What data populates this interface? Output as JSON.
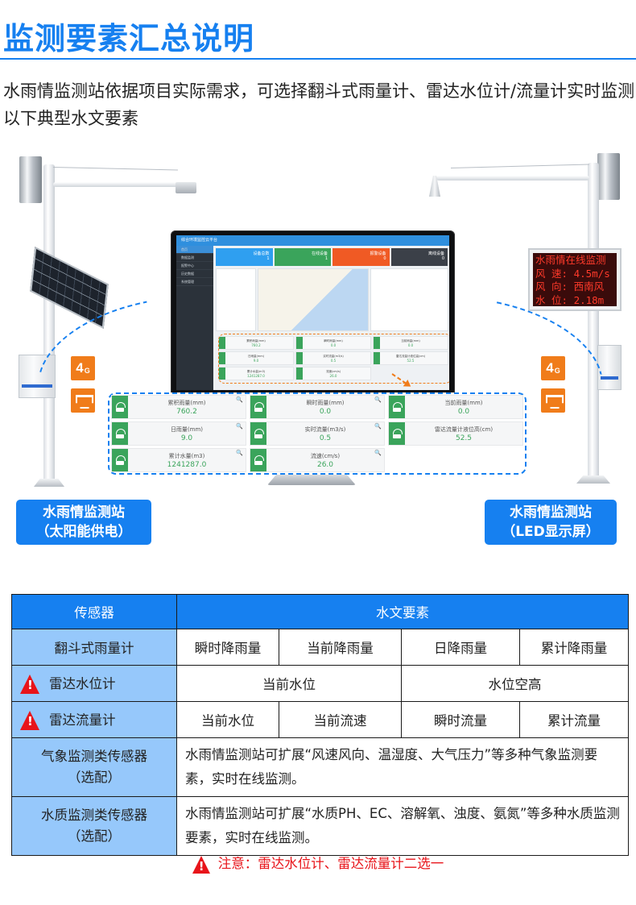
{
  "header": {
    "title": "监测要素汇总说明",
    "intro": "水雨情监测站依据项目实际需求，可选择翻斗式雨量计、雷达水位计/流量计实时监测以下典型水文要素"
  },
  "colors": {
    "accent": "#1680f0",
    "sensor_cell": "#96c8fb",
    "warning": "#e8141a",
    "card_green": "#3aa45b",
    "network_orange": "#f07c1a"
  },
  "illustration": {
    "left_station_label_line1": "水雨情监测站",
    "left_station_label_line2": "（太阳能供电）",
    "right_station_label_line1": "水雨情监测站",
    "right_station_label_line2": "（LED显示屏）",
    "network_icons": [
      "4g-icon",
      "ethernet-icon"
    ],
    "network_4g_label": "4",
    "network_4g_sub": "G",
    "led_screen": {
      "lines": [
        "水雨情在线监测",
        "风 速:  4.5m/s",
        "风 向:  西南风",
        "水 位:  2.18m"
      ]
    },
    "monitor": {
      "app_title": "综合环境监控云平台",
      "nav_items": [
        "首页",
        "数据监测",
        "报警中心",
        "历史数据",
        "系统管理"
      ],
      "kpi_cards": [
        {
          "label": "设备总数",
          "value": "1",
          "color": "#2f9ff0"
        },
        {
          "label": "在线设备",
          "value": "1",
          "color": "#3aa45b"
        },
        {
          "label": "报警设备",
          "value": "0",
          "color": "#f05a24"
        },
        {
          "label": "离线设备",
          "value": "0",
          "color": "#3b4048"
        }
      ],
      "mini_cards": [
        {
          "label": "累积雨量(mm)",
          "value": "760.2"
        },
        {
          "label": "瞬时雨量(mm)",
          "value": "0.0"
        },
        {
          "label": "当前雨量(mm)",
          "value": "0.0"
        },
        {
          "label": "日雨量(mm)",
          "value": "9.0"
        },
        {
          "label": "实时流量(m3/s)",
          "value": "0.5"
        },
        {
          "label": "雷达流量计液位高(cm)",
          "value": "52.5"
        },
        {
          "label": "累计水量(m3)",
          "value": "1241287.0"
        },
        {
          "label": "流速(cm/s)",
          "value": "26.0"
        }
      ]
    },
    "data_cards": [
      {
        "label": "累积雨量(mm)",
        "value": "760.2"
      },
      {
        "label": "瞬时雨量(mm)",
        "value": "0.0"
      },
      {
        "label": "当前雨量(mm)",
        "value": "0.0"
      },
      {
        "label": "日雨量(mm)",
        "value": "9.0"
      },
      {
        "label": "实时流量(m3/s)",
        "value": "0.5"
      },
      {
        "label": "雷达流量计液位高(cm)",
        "value": "52.5"
      },
      {
        "label": "累计水量(m3)",
        "value": "1241287.0"
      },
      {
        "label": "流速(cm/s)",
        "value": "26.0"
      }
    ],
    "search_icon_glyph": "🔍"
  },
  "table": {
    "headers": [
      "传感器",
      "水文要素"
    ],
    "rows": [
      {
        "sensor": "翻斗式雨量计",
        "warning": false,
        "cells": [
          "瞬时降雨量",
          "当前降雨量",
          "日降雨量",
          "累计降雨量"
        ]
      },
      {
        "sensor": "雷达水位计",
        "warning": true,
        "cells": [
          "当前水位",
          "水位空高"
        ]
      },
      {
        "sensor": "雷达流量计",
        "warning": true,
        "cells": [
          "当前水位",
          "当前流速",
          "瞬时流量",
          "累计流量"
        ]
      },
      {
        "sensor_line1": "气象监测类传感器",
        "sensor_line2": "（选配）",
        "desc": "水雨情监测站可扩展“风速风向、温湿度、大气压力”等多种气象监测要素，实时在线监测。"
      },
      {
        "sensor_line1": "水质监测类传感器",
        "sensor_line2": "（选配）",
        "desc": "水雨情监测站可扩展“水质PH、EC、溶解氧、浊度、氨氮”等多种水质监测要素，实时在线监测。"
      }
    ]
  },
  "note": "注意：雷达水位计、雷达流量计二选一"
}
